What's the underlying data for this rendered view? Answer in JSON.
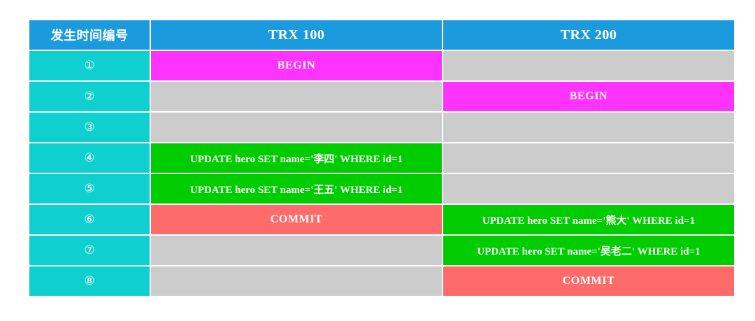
{
  "table": {
    "columns": [
      {
        "key": "seq",
        "label": "发生时间编号"
      },
      {
        "key": "trx1",
        "label": "TRX 100"
      },
      {
        "key": "trx2",
        "label": "TRX 200"
      }
    ],
    "rows": [
      {
        "seq": "①",
        "trx1": {
          "text": "BEGIN",
          "state": "begin"
        },
        "trx2": {
          "text": "",
          "state": "empty"
        }
      },
      {
        "seq": "②",
        "trx1": {
          "text": "",
          "state": "empty"
        },
        "trx2": {
          "text": "BEGIN",
          "state": "begin"
        }
      },
      {
        "seq": "③",
        "trx1": {
          "text": "",
          "state": "empty"
        },
        "trx2": {
          "text": "",
          "state": "empty"
        }
      },
      {
        "seq": "④",
        "trx1": {
          "text": "UPDATE hero SET name='李四' WHERE id=1",
          "state": "update"
        },
        "trx2": {
          "text": "",
          "state": "empty"
        }
      },
      {
        "seq": "⑤",
        "trx1": {
          "text": "UPDATE hero SET name='王五' WHERE id=1",
          "state": "update"
        },
        "trx2": {
          "text": "",
          "state": "empty"
        }
      },
      {
        "seq": "⑥",
        "trx1": {
          "text": "COMMIT",
          "state": "commit"
        },
        "trx2": {
          "text": "UPDATE hero SET name='熊大' WHERE id=1",
          "state": "update"
        }
      },
      {
        "seq": "⑦",
        "trx1": {
          "text": "",
          "state": "empty"
        },
        "trx2": {
          "text": "UPDATE hero SET name='吴老二' WHERE id=1",
          "state": "update"
        }
      },
      {
        "seq": "⑧",
        "trx1": {
          "text": "",
          "state": "empty"
        },
        "trx2": {
          "text": "COMMIT",
          "state": "commit"
        }
      }
    ]
  },
  "colors": {
    "header_blue": "#1b9bde",
    "sequence_cyan": "#0fcfcf",
    "empty_gray": "#cccccc",
    "begin_magenta": "#ff33ff",
    "update_green": "#00cc00",
    "commit_red": "#ff6b6b",
    "text_white": "#ffffff",
    "page_background": "#ffffff"
  }
}
